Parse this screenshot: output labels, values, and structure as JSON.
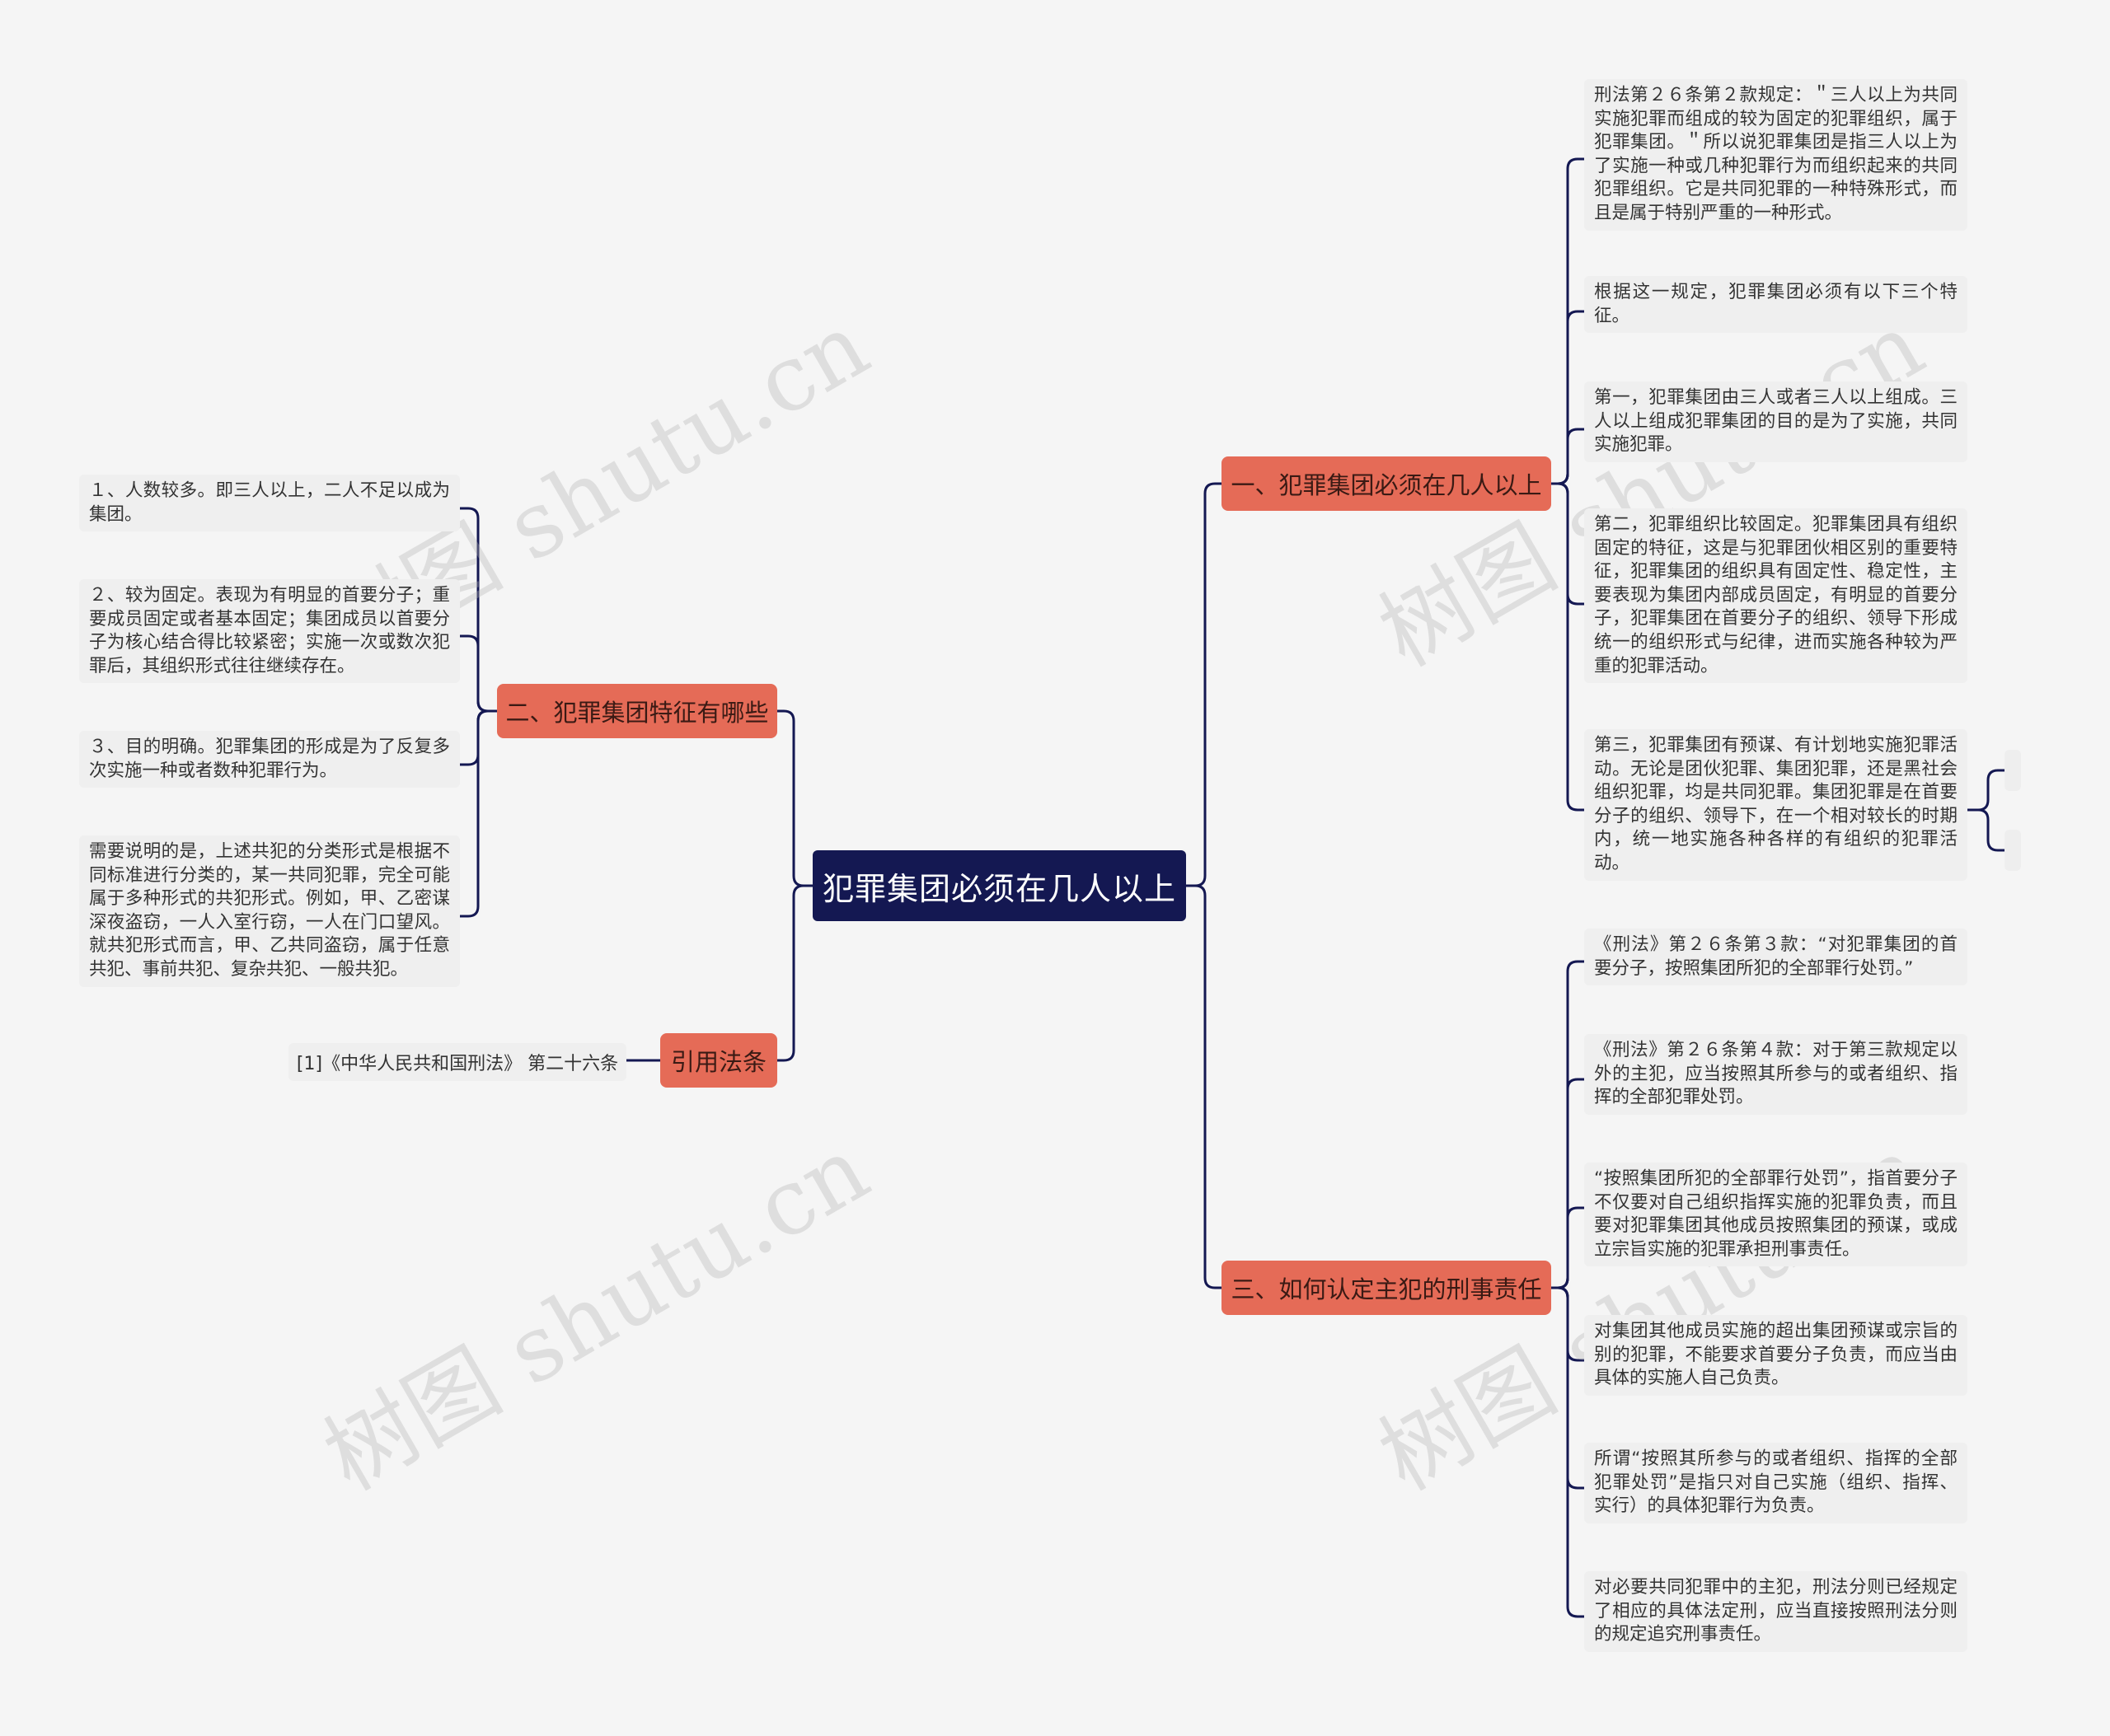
{
  "watermark": "树图 shutu.cn",
  "root": {
    "label": "犯罪集团必须在几人以上"
  },
  "branches": {
    "b1": {
      "label": "一、犯罪集团必须在几人以上",
      "leaves": [
        "刑法第２６条第２款规定：＂三人以上为共同实施犯罪而组成的较为固定的犯罪组织，属于犯罪集团。＂所以说犯罪集团是指三人以上为了实施一种或几种犯罪行为而组织起来的共同犯罪组织。它是共同犯罪的一种特殊形式，而且是属于特别严重的一种形式。",
        "根据这一规定，犯罪集团必须有以下三个特征。",
        "第一，犯罪集团由三人或者三人以上组成。三人以上组成犯罪集团的目的是为了实施，共同实施犯罪。",
        "第二，犯罪组织比较固定。犯罪集团具有组织固定的特征，这是与犯罪团伙相区别的重要特征，犯罪集团的组织具有固定性、稳定性，主要表现为集团内部成员固定，有明显的首要分子，犯罪集团在首要分子的组织、领导下形成统一的组织形式与纪律，进而实施各种较为严重的犯罪活动。",
        "第三，犯罪集团有预谋、有计划地实施犯罪活动。无论是团伙犯罪、集团犯罪，还是黑社会组织犯罪，均是共同犯罪。集团犯罪是在首要分子的组织、领导下，在一个相对较长的时期内，统一地实施各种各样的有组织的犯罪活动。"
      ]
    },
    "b2": {
      "label": "二、犯罪集团特征有哪些",
      "leaves": [
        "１、人数较多。即三人以上，二人不足以成为集团。",
        "２、较为固定。表现为有明显的首要分子；重要成员固定或者基本固定；集团成员以首要分子为核心结合得比较紧密；实施一次或数次犯罪后，其组织形式往往继续存在。",
        "３、目的明确。犯罪集团的形成是为了反复多次实施一种或者数种犯罪行为。",
        "需要说明的是，上述共犯的分类形式是根据不同标准进行分类的，某一共同犯罪，完全可能属于多种形式的共犯形式。例如，甲、乙密谋深夜盗窃，一人入室行窃，一人在门口望风。就共犯形式而言，甲、乙共同盗窃，属于任意共犯、事前共犯、复杂共犯、一般共犯。"
      ]
    },
    "b3": {
      "label": "三、如何认定主犯的刑事责任",
      "leaves": [
        "《刑法》第２６条第３款：“对犯罪集团的首要分子，按照集团所犯的全部罪行处罚。”",
        "《刑法》第２６条第４款：对于第三款规定以外的主犯，应当按照其所参与的或者组织、指挥的全部犯罪处罚。",
        "“按照集团所犯的全部罪行处罚”，指首要分子不仅要对自己组织指挥实施的犯罪负责，而且要对犯罪集团其他成员按照集团的预谋，或成立宗旨实施的犯罪承担刑事责任。",
        "对集团其他成员实施的超出集团预谋或宗旨的别的犯罪，不能要求首要分子负责，而应当由具体的实施人自己负责。",
        "所谓“按照其所参与的或者组织、指挥的全部犯罪处罚”是指只对自己实施（组织、指挥、实行）的具体犯罪行为负责。",
        "对必要共同犯罪中的主犯，刑法分则已经规定了相应的具体法定刑，应当直接按照刑法分则的规定追究刑事责任。"
      ]
    },
    "b4": {
      "label": "引用法条",
      "leaves": [
        "[1]《中华人民共和国刑法》 第二十六条"
      ]
    }
  },
  "colors": {
    "background": "#f5f5f5",
    "root": "#141852",
    "branch": "#e56b57",
    "leaf": "#efefef",
    "line": "#141852"
  }
}
